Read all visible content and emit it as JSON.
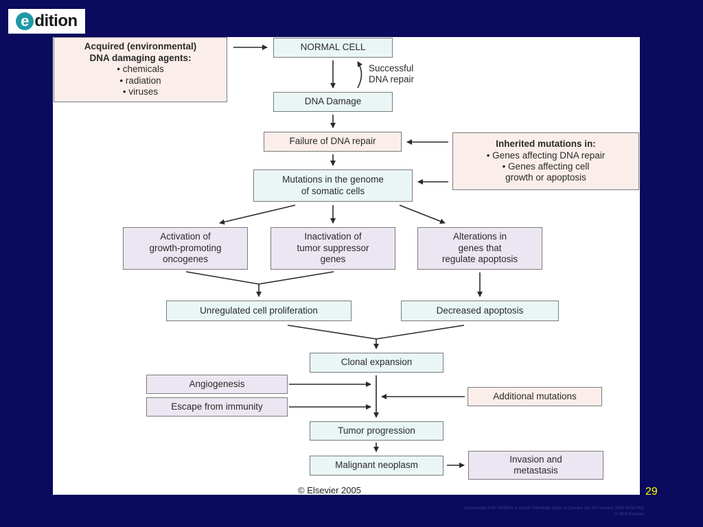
{
  "logo": {
    "e": "e",
    "rest": "dition"
  },
  "boxes": {
    "acquired_title": "Acquired (environmental)\nDNA damaging agents:",
    "acquired_items": "• chemicals\n• radiation\n• viruses",
    "normal_cell": "NORMAL CELL",
    "successful_repair": "Successful\nDNA repair",
    "dna_damage": "DNA Damage",
    "failure_repair": "Failure of DNA repair",
    "inherited_title": "Inherited mutations in:",
    "inherited_items": "• Genes affecting DNA repair\n• Genes affecting cell\ngrowth or apoptosis",
    "mutations_genome": "Mutations in the genome\nof somatic cells",
    "activation": "Activation of\ngrowth-promoting\noncogenes",
    "inactivation": "Inactivation of\ntumor suppressor\ngenes",
    "alterations": "Alterations in\ngenes that\nregulate apoptosis",
    "unregulated": "Unregulated cell proliferation",
    "decreased": "Decreased apoptosis",
    "clonal": "Clonal expansion",
    "angiogenesis": "Angiogenesis",
    "escape": "Escape from immunity",
    "additional": "Additional mutations",
    "tumor_progression": "Tumor progression",
    "malignant": "Malignant neoplasm",
    "invasion": "Invasion and\nmetastasis"
  },
  "copyright": "© Elsevier 2005",
  "page_number": "29",
  "footer_line1": "Downloaded from: Robbins & Cotran Pathologic Basis of Disease (on 16 February 2006 10:59 PM)",
  "footer_line2": "© 2005 Elsevier",
  "colors": {
    "background": "#0a0a5e",
    "box_cyan": "#eaf6f6",
    "box_lavender": "#ece6f2",
    "box_pink": "#fbeeea",
    "page_number": "#ffff00"
  }
}
